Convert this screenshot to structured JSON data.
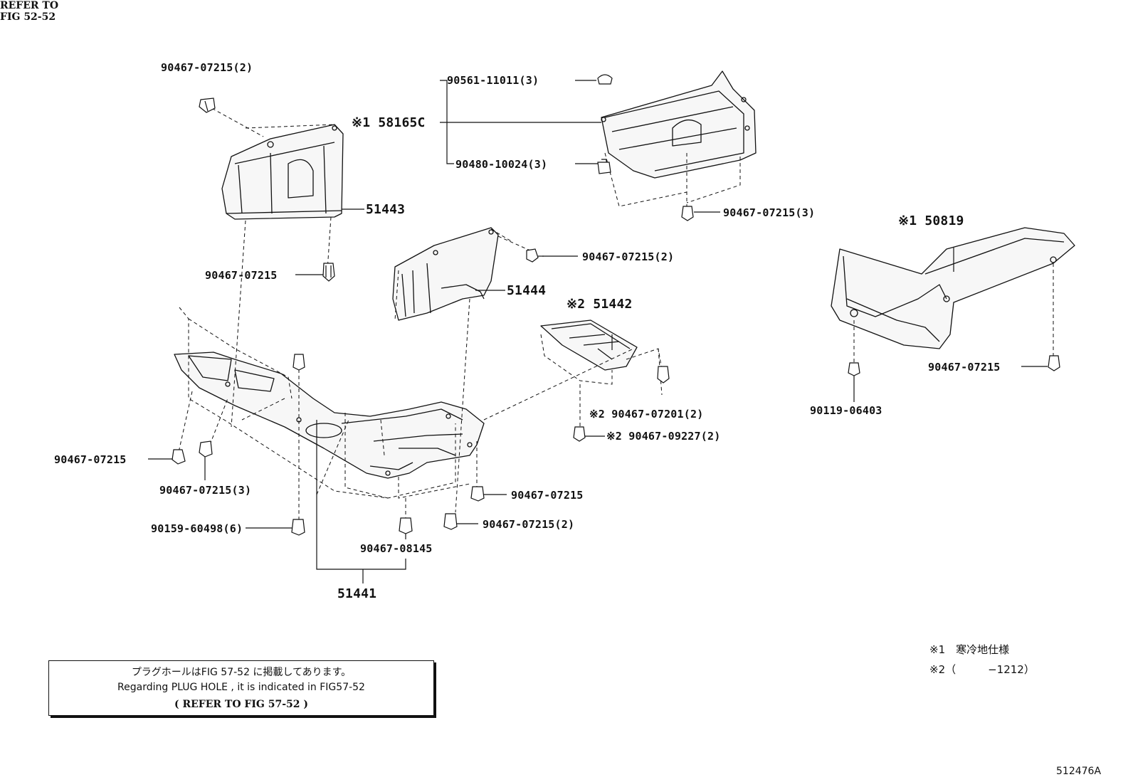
{
  "parts": {
    "p51443": "51443",
    "p51444": "51444",
    "p51441": "51441",
    "p51442": "※2 51442",
    "p58165c": "※1 58165C",
    "p50819": "※1 50819"
  },
  "fasteners": {
    "f_tl_top": "90467-07215(2)",
    "f_51443_clip": "90467-07215",
    "f_51444_right": "90467-07215(2)",
    "f_90561": "90561-11011(3)",
    "f_90480": "90480-10024(3)",
    "f_58165_bottom": "90467-07215(3)",
    "f_07201": "※2 90467-07201(2)",
    "f_09227": "※2 90467-09227(2)",
    "f_50819_right": "90467-07215",
    "f_90119": "90119-06403",
    "f_left": "90467-07215",
    "f_left3": "90467-07215(3)",
    "f_90159": "90159-60498(6)",
    "f_08145": "90467-08145",
    "f_mid_right": "90467-07215",
    "f_mid_right2": "90467-07215(2)"
  },
  "refer": {
    "line1": "REFER TO",
    "line2": "FIG 52-52"
  },
  "note": {
    "jp": "プラグホールはFIG 57-52 に掲載してあります。",
    "en": "Regarding PLUG HOLE , it is indicated in FIG57-52",
    "ref": "( REFER TO FIG 57-52 )"
  },
  "legend": {
    "l1": "※1　寒冷地仕様",
    "l2": "※2（　　　−1212）"
  },
  "figure_id": "512476A"
}
